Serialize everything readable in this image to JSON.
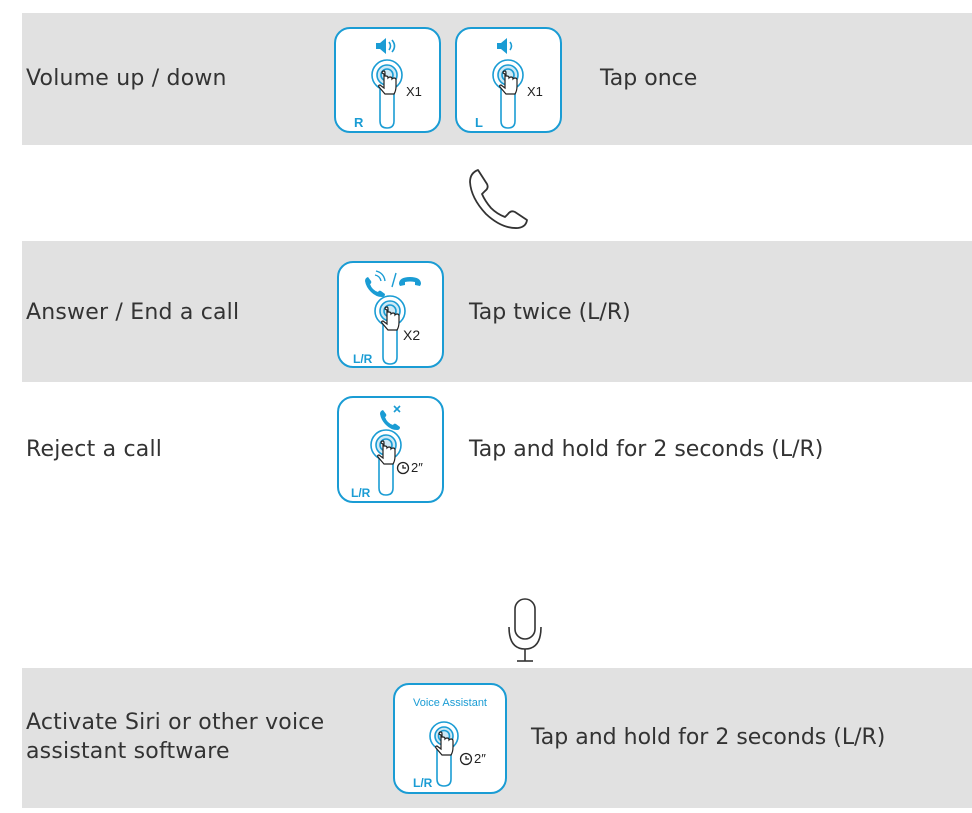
{
  "rows": {
    "volume": {
      "label": "Volume up / down",
      "action": "Tap once",
      "right_card": {
        "side": "R",
        "count": "X1"
      },
      "left_card": {
        "side": "L",
        "count": "X1"
      }
    },
    "answer": {
      "label": "Answer / End a call",
      "action": "Tap twice (L/R)",
      "card": {
        "side": "L/R",
        "count": "X2"
      }
    },
    "reject": {
      "label": "Reject a call",
      "action": "Tap and hold for 2 seconds (L/R)",
      "card": {
        "side": "L/R",
        "duration": "2″"
      }
    },
    "siri": {
      "label_line1": "Activate Siri or other voice",
      "label_line2": "assistant software",
      "action": "Tap and hold for 2 seconds (L/R)",
      "card": {
        "title": "Voice Assistant",
        "side": "L/R",
        "duration": "2″"
      }
    }
  },
  "icons": {
    "calls_section": "phone-handset-icon",
    "voice_section": "microphone-icon",
    "volume_up": "speaker-up-icon",
    "volume_down": "speaker-down-icon",
    "answer": "incoming-call-icon",
    "end": "hang-up-icon",
    "reject": "call-reject-icon",
    "earbud": "earbud-touch-icon",
    "timer": "clock-icon"
  },
  "colors": {
    "accent": "#1a9cd4",
    "band": "#e1e1e1",
    "text": "#333333"
  }
}
